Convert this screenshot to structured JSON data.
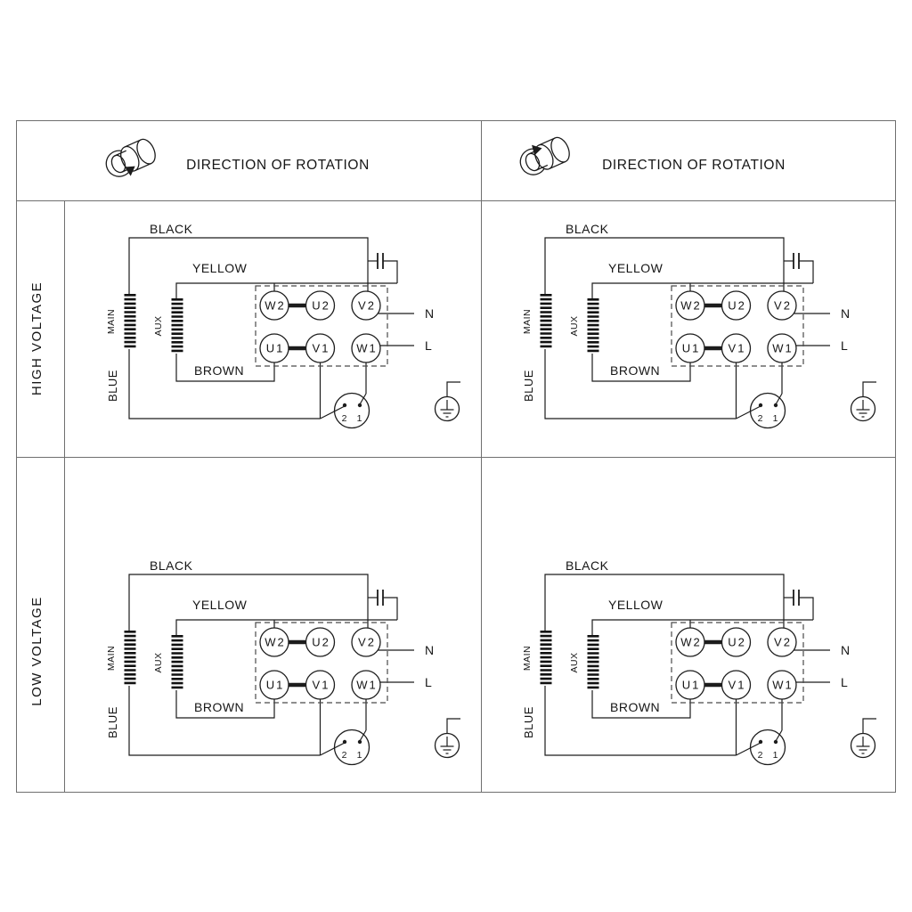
{
  "page": {
    "background": "#ffffff",
    "ink_color": "#1c1c1c",
    "border_color": "#6f6f6f",
    "description": "Single-phase motor wiring diagram table: high/low voltage rows, two directions of rotation"
  },
  "header": {
    "direction_label": "DIRECTION OF ROTATION"
  },
  "rows": [
    {
      "label": "HIGH VOLTAGE"
    },
    {
      "label": "LOW VOLTAGE"
    }
  ],
  "columns": [
    {
      "rotation": "counterclockwise"
    },
    {
      "rotation": "clockwise"
    }
  ],
  "diagram": {
    "wire_labels": {
      "black": "BLACK",
      "yellow": "YELLOW",
      "brown": "BROWN",
      "blue": "BLUE"
    },
    "winding_labels": {
      "main": "MAIN",
      "aux": "AUX"
    },
    "terminals_top": [
      "W2",
      "U2",
      "V2"
    ],
    "terminals_bottom": [
      "U1",
      "V1",
      "W1"
    ],
    "supply": {
      "neutral": "N",
      "line": "L"
    },
    "plug_pins": [
      "2",
      "1"
    ],
    "icons": [
      "motor-rotation-icon",
      "capacitor-icon",
      "plug-icon",
      "earth-ground-icon"
    ]
  }
}
